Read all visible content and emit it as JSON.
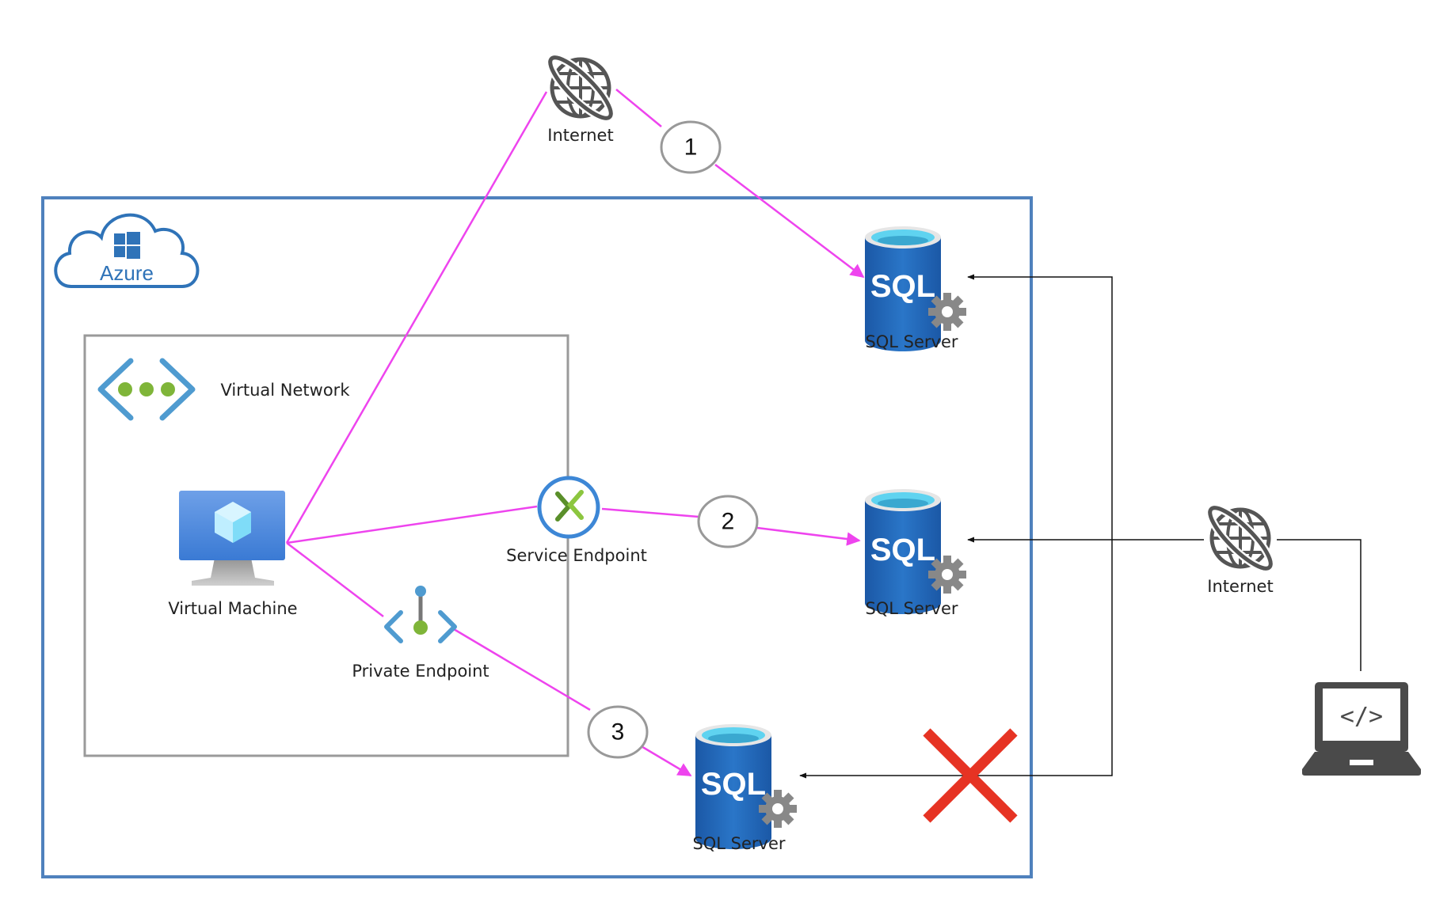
{
  "diagram": {
    "colors": {
      "azure_border": "#4F81BD",
      "vnet_border": "#9a9a9a",
      "flow_line": "#ee44ee",
      "access_line": "#111111",
      "blocked_x": "#e63323",
      "sql_blue": "#1f64b4",
      "icon_gray": "#555555"
    },
    "azure": {
      "label": "Azure"
    },
    "vnet": {
      "label": "Virtual Network"
    },
    "nodes": {
      "internet_top": {
        "label": "Internet",
        "icon": "globe-icon"
      },
      "internet_right": {
        "label": "Internet",
        "icon": "globe-icon"
      },
      "vm": {
        "label": "Virtual Machine",
        "icon": "virtual-machine-icon"
      },
      "service_endpoint": {
        "label": "Service Endpoint",
        "icon": "service-endpoint-icon"
      },
      "private_endpoint": {
        "label": "Private Endpoint",
        "icon": "private-endpoint-icon"
      },
      "sql1": {
        "label": "SQL Server",
        "icon": "sql-server-icon",
        "badge": "SQL"
      },
      "sql2": {
        "label": "SQL Server",
        "icon": "sql-server-icon",
        "badge": "SQL"
      },
      "sql3": {
        "label": "SQL Server",
        "icon": "sql-server-icon",
        "badge": "SQL"
      },
      "laptop": {
        "label": "",
        "icon": "developer-laptop-icon",
        "screen_text": "</>"
      }
    },
    "steps": [
      {
        "number": "1",
        "route": "Virtual Machine → Internet → SQL Server"
      },
      {
        "number": "2",
        "route": "Virtual Machine → Service Endpoint → SQL Server"
      },
      {
        "number": "3",
        "route": "Virtual Machine → Private Endpoint → SQL Server"
      }
    ],
    "external_access": {
      "from": "Developer laptop",
      "via": "Internet",
      "allowed_targets": [
        "SQL Server (1)",
        "SQL Server (2)"
      ],
      "blocked_targets": [
        "SQL Server (3)"
      ],
      "blocked_marker": "✕"
    }
  }
}
